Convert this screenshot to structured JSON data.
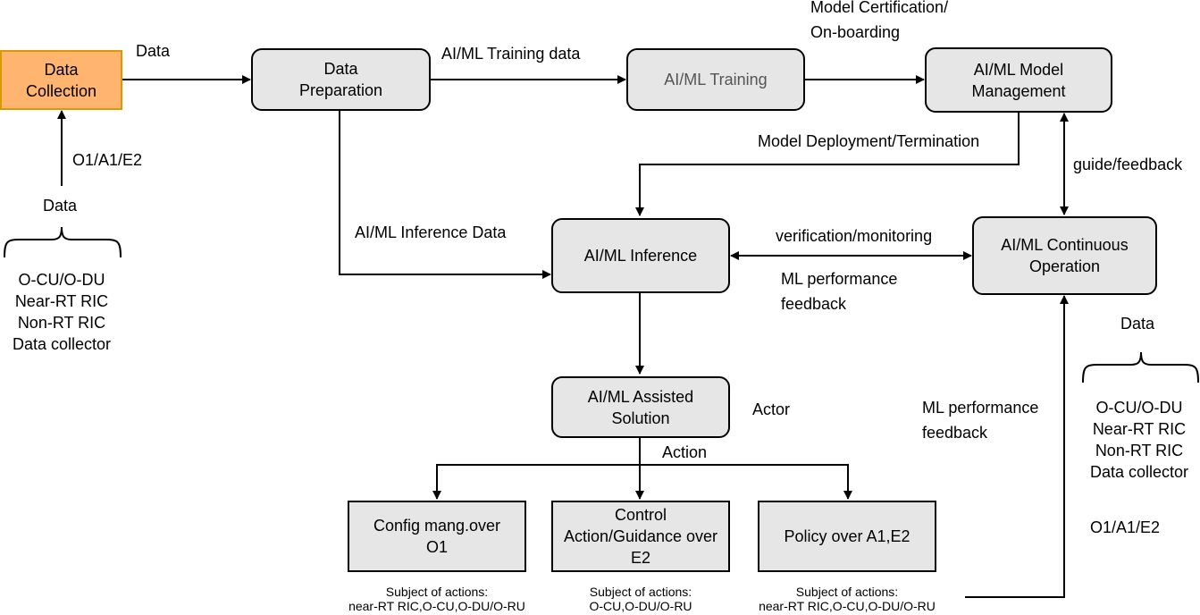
{
  "nodes": {
    "data_collection": "Data\nCollection",
    "data_preparation": "Data\nPreparation",
    "training": "AI/ML Training",
    "model_management": "AI/ML Model\nManagement",
    "inference": "AI/ML Inference",
    "continuous_operation": "AI/ML Continuous\nOperation",
    "assisted_solution": "AI/ML Assisted\nSolution",
    "config_mang": "Config mang.over\nO1",
    "control_action": "Control\nAction/Guidance over\nE2",
    "policy": "Policy over A1,E2"
  },
  "labels": {
    "data_top": "Data",
    "training_data": "AI/ML Training data",
    "certification": "Model Certification/\nOn-boarding",
    "deployment": "Model Deployment/Termination",
    "guide_feedback": "guide/feedback",
    "inference_data": "AI/ML Inference Data",
    "verification": "verification/monitoring",
    "ml_perf_1": "ML performance\nfeedback",
    "ml_perf_2": "ML performance\nfeedback",
    "actor": "Actor",
    "action": "Action",
    "interfaces_left": "O1/A1/E2",
    "interfaces_right": "O1/A1/E2",
    "data_left": "Data",
    "data_right": "Data"
  },
  "sources": {
    "left": "O-CU/O-DU\nNear-RT RIC\nNon-RT RIC\nData collector",
    "right": "O-CU/O-DU\nNear-RT RIC\nNon-RT RIC\nData collector"
  },
  "subjects": {
    "config": "Subject of actions:\nnear-RT RIC,O-CU,O-DU/O-RU",
    "control": "Subject of actions:\nO-CU,O-DU/O-RU",
    "policy": "Subject of actions:\nnear-RT RIC,O-CU,O-DU/O-RU"
  },
  "colors": {
    "node_fill": "#e6e6e6",
    "data_collection_fill": "#ffb570",
    "data_collection_border": "#d79b00"
  }
}
